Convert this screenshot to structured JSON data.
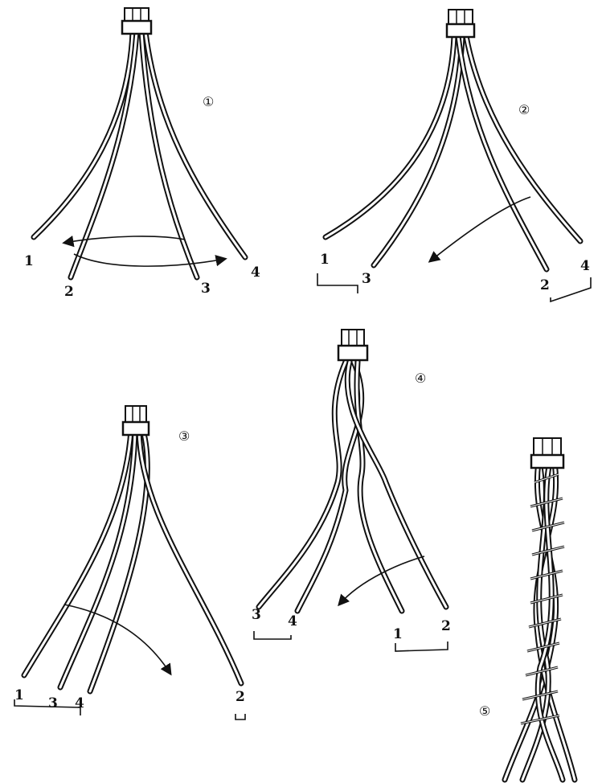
{
  "steps": [
    "①",
    "②",
    "③",
    "④",
    "⑤"
  ],
  "panel1": {
    "labels": [
      "1",
      "2",
      "3",
      "4"
    ]
  },
  "panel2": {
    "labels": [
      "1",
      "3",
      "2",
      "4"
    ]
  },
  "panel3": {
    "labels": [
      "1",
      "3",
      "4",
      "2"
    ]
  },
  "panel4": {
    "labels": [
      "3",
      "4",
      "1",
      "2"
    ]
  }
}
